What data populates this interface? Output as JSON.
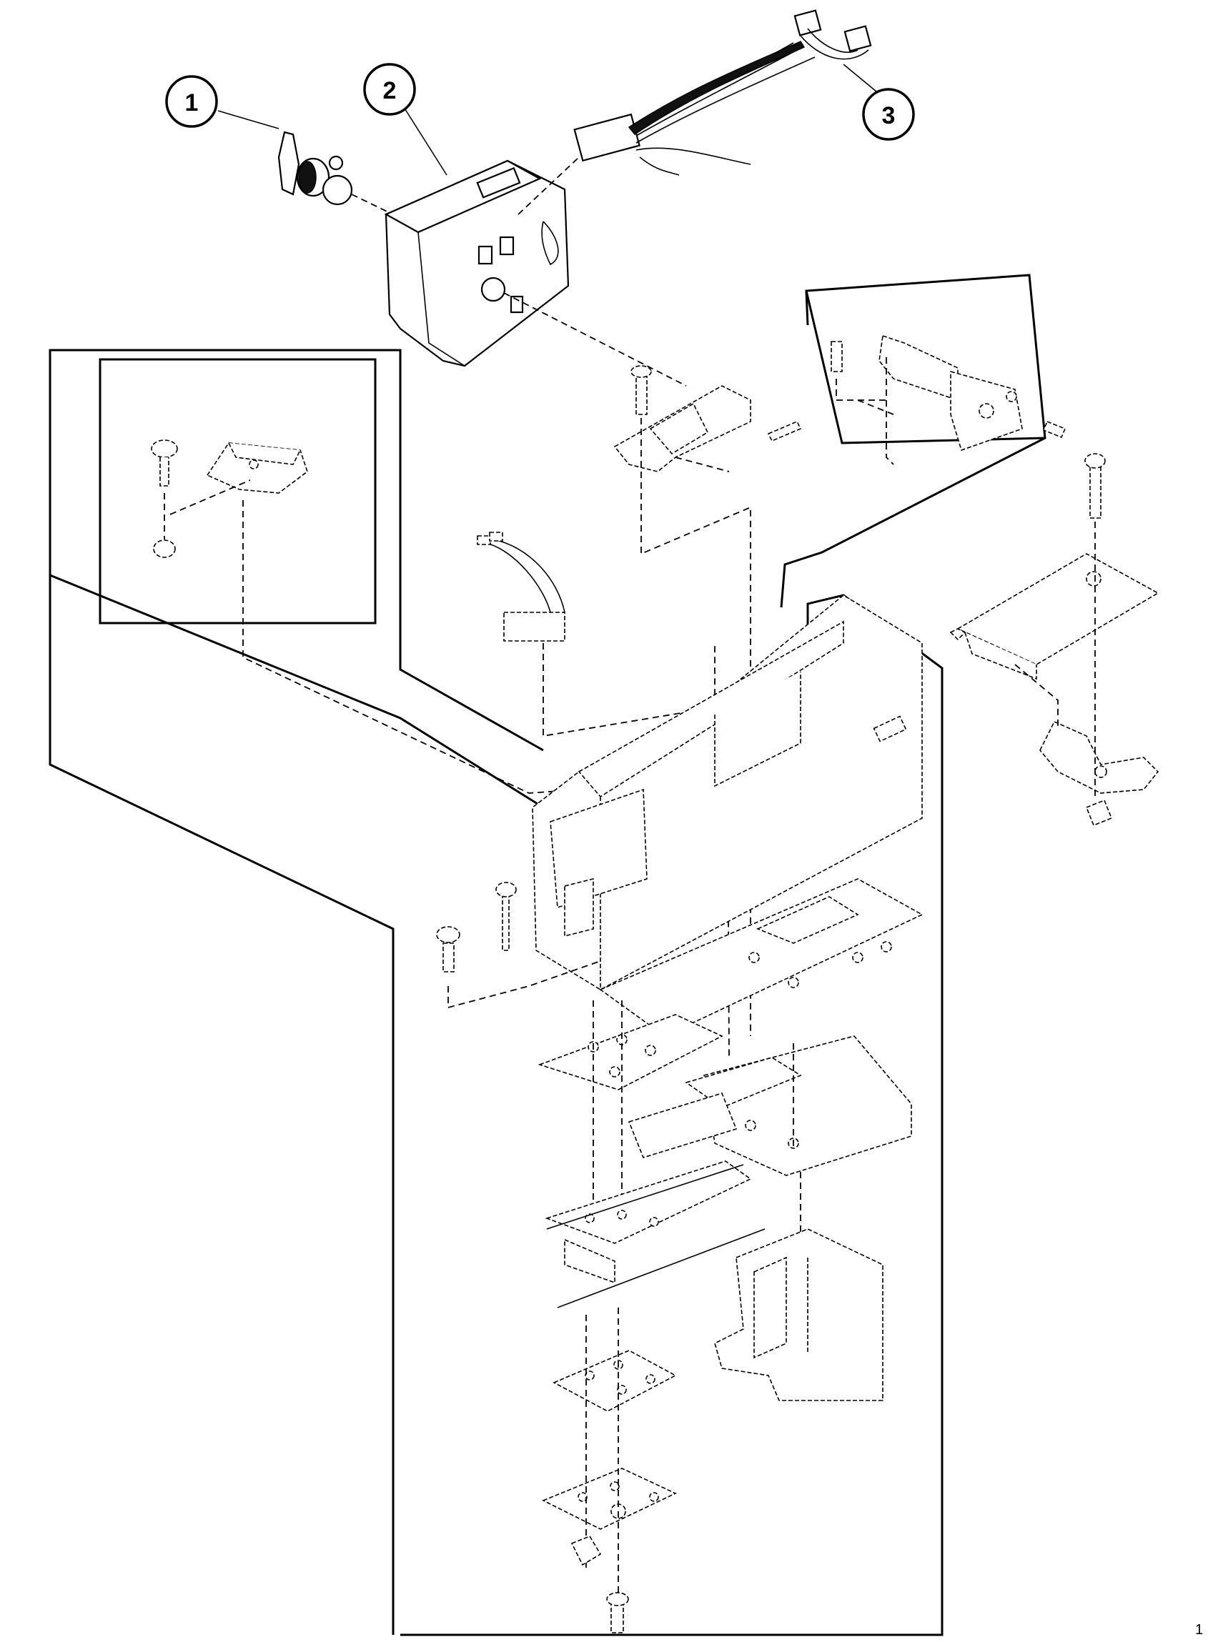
{
  "callouts": [
    {
      "id": "1",
      "label": "1"
    },
    {
      "id": "2",
      "label": "2"
    },
    {
      "id": "3",
      "label": "3"
    }
  ],
  "page_mark": "1"
}
